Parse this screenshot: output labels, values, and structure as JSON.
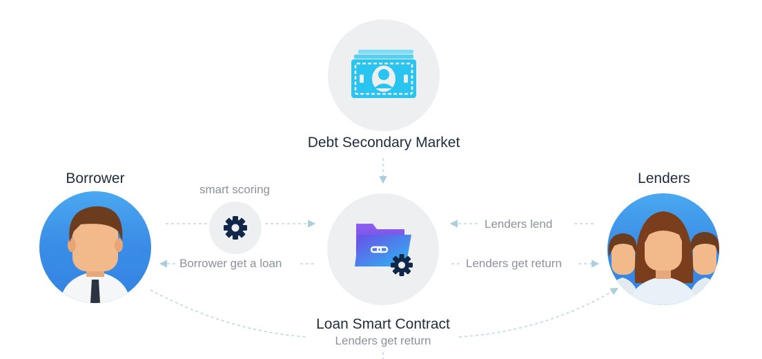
{
  "nodes": {
    "market": {
      "title": "Debt Secondary Market",
      "icon": "money-bill-icon"
    },
    "contract": {
      "title": "Loan Smart Contract",
      "icon": "folder-link-gear-icon"
    },
    "borrower": {
      "title": "Borrower",
      "icon": "borrower-avatar-icon"
    },
    "lenders": {
      "title": "Lenders",
      "icon": "lenders-avatar-icon"
    },
    "scoring": {
      "title": "smart scoring",
      "icon": "gear-icon"
    }
  },
  "edges": {
    "borrower_loan": "Borrower get a loan",
    "lenders_lend": "Lenders lend",
    "lenders_return": "Lenders get return",
    "bottom_return": "Lenders get return"
  },
  "colors": {
    "accent_cyan": "#29c4f0",
    "navy": "#10274a",
    "circle_bg": "#eeeff1",
    "arrow": "#b9d8e3",
    "avatar_blue": "#2d89e8"
  }
}
